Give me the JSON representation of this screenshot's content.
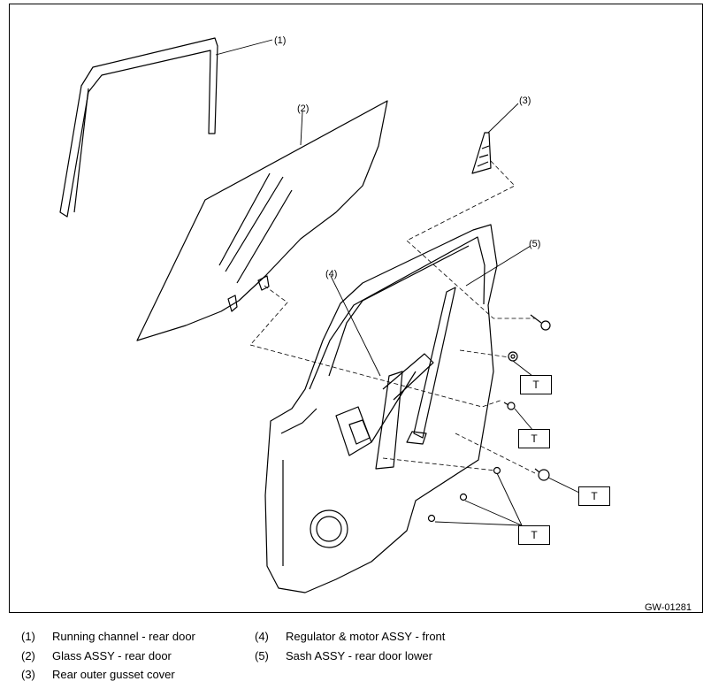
{
  "callouts": {
    "c1": "(1)",
    "c2": "(2)",
    "c3": "(3)",
    "c4": "(4)",
    "c5": "(5)"
  },
  "torque_label": "T",
  "figure_code": "GW-01281",
  "legend": [
    {
      "num": "(1)",
      "text": "Running channel - rear door"
    },
    {
      "num": "(2)",
      "text": "Glass ASSY - rear door"
    },
    {
      "num": "(3)",
      "text": "Rear outer gusset cover"
    },
    {
      "num": "(4)",
      "text": "Regulator & motor ASSY - front"
    },
    {
      "num": "(5)",
      "text": "Sash ASSY - rear door lower"
    }
  ]
}
